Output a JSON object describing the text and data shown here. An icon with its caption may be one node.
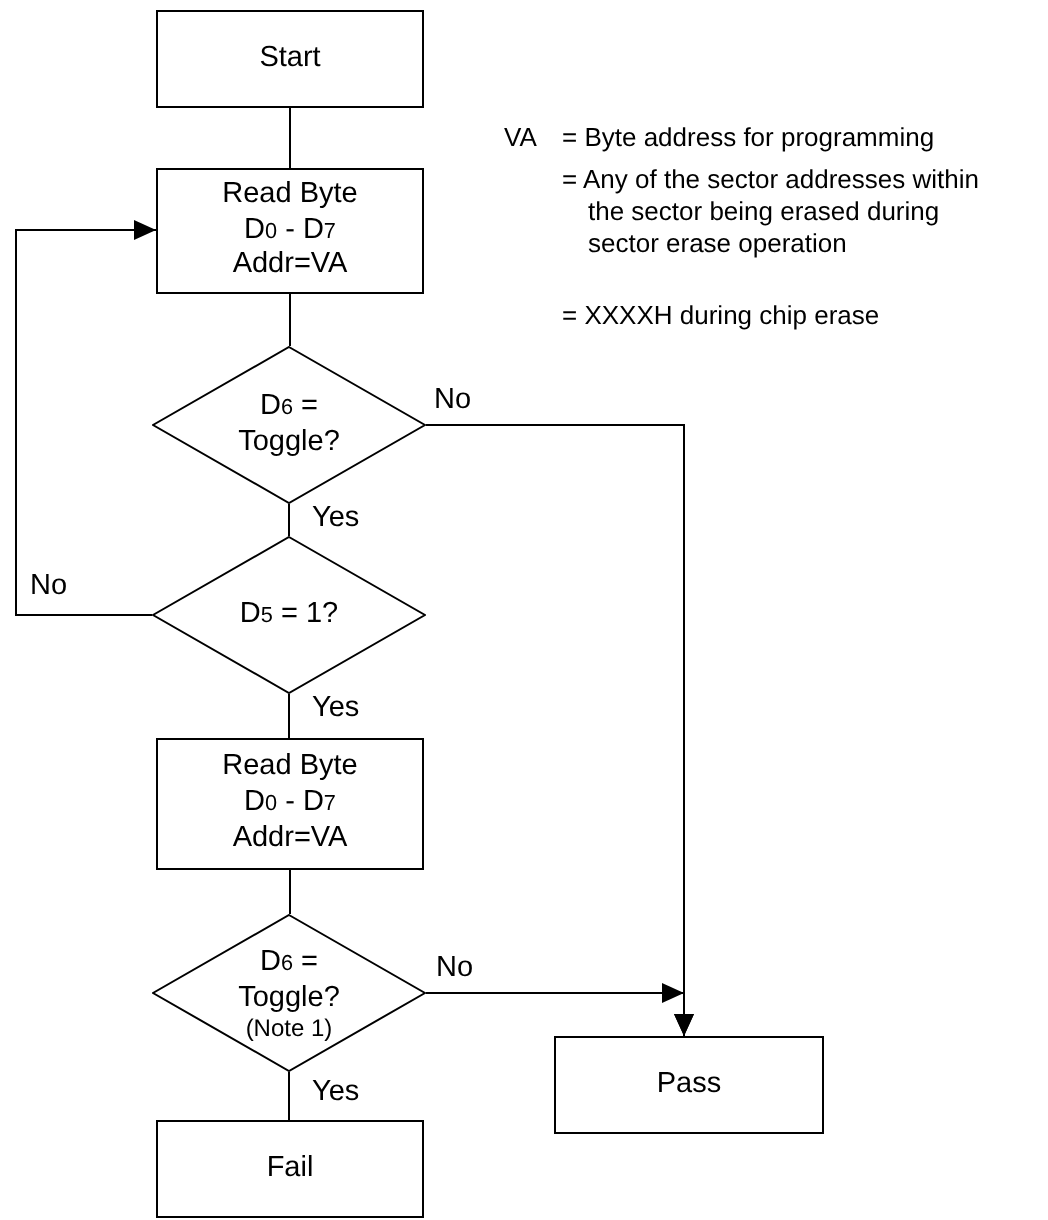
{
  "diagram": {
    "nodes": [
      {
        "text": [
          "Start"
        ]
      },
      {
        "text": [
          "Read Byte",
          "D$_{0}$ - D$_{7}$",
          "Addr=VA"
        ]
      },
      {
        "text": [
          "D$_{6}$ = Toggle?"
        ]
      },
      {
        "text": [
          "D$_{5}$ = 1?"
        ]
      },
      {
        "text": [
          "Read Byte",
          "D$_{0}$ - D$_{7}$",
          "Addr=VA"
        ]
      },
      {
        "text": [
          "D$_{6}$ = Toggle?",
          "(Note 1)"
        ]
      },
      {
        "text": [
          "Fail"
        ]
      },
      {
        "text": [
          "Pass"
        ]
      }
    ],
    "edges": [
      {
        "from": 0,
        "to": 1,
        "arrow": "none"
      },
      {
        "from": 1,
        "to": 2,
        "arrow": "none"
      },
      {
        "from": 2,
        "to": 3,
        "arrow": "none",
        "label": "Yes"
      },
      {
        "from": 3,
        "to": 1,
        "arrow": "to",
        "label": "No"
      },
      {
        "from": 2,
        "to": 7,
        "arrow": "to",
        "label": "No"
      },
      {
        "from": 3,
        "to": 4,
        "arrow": "none",
        "label": "Yes"
      },
      {
        "from": 4,
        "to": 5,
        "arrow": "none"
      },
      {
        "from": 5,
        "to": 7,
        "arrow": "to",
        "label": "No"
      },
      {
        "from": 5,
        "to": 6,
        "arrow": "none",
        "label": "Yes"
      }
    ],
    "labels": [
      "VA",
      "= Byte address for programming",
      "= Any of the sector addresses within the sector being erased during sector erase operation",
      "= XXXXH during chip erase"
    ]
  }
}
